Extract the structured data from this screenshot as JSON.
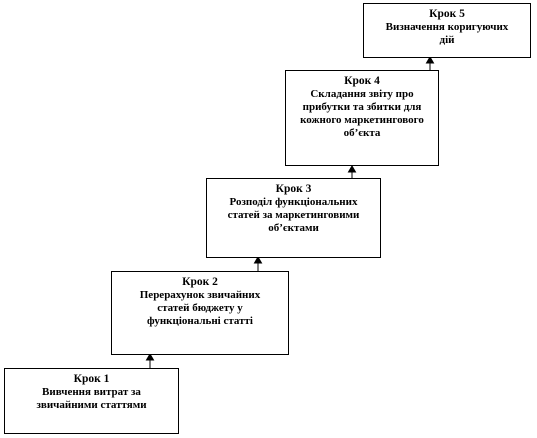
{
  "steps": [
    {
      "title": "Крок 1",
      "description": "Вивчення витрат за\nзвичайними статтями"
    },
    {
      "title": "Крок 2",
      "description": "Перерахунок звичайних\nстатей бюджету у\nфункціональні статті"
    },
    {
      "title": "Крок 3",
      "description": "Розподіл функціональних\nстатей за маркетинговими\nоб’єктами"
    },
    {
      "title": "Крок 4",
      "description": "Складання звіту про\nприбутки та збитки для\nкожного маркетингового\nоб’єкта"
    },
    {
      "title": "Крок 5",
      "description": "Визначення коригуючих\nдій"
    }
  ]
}
